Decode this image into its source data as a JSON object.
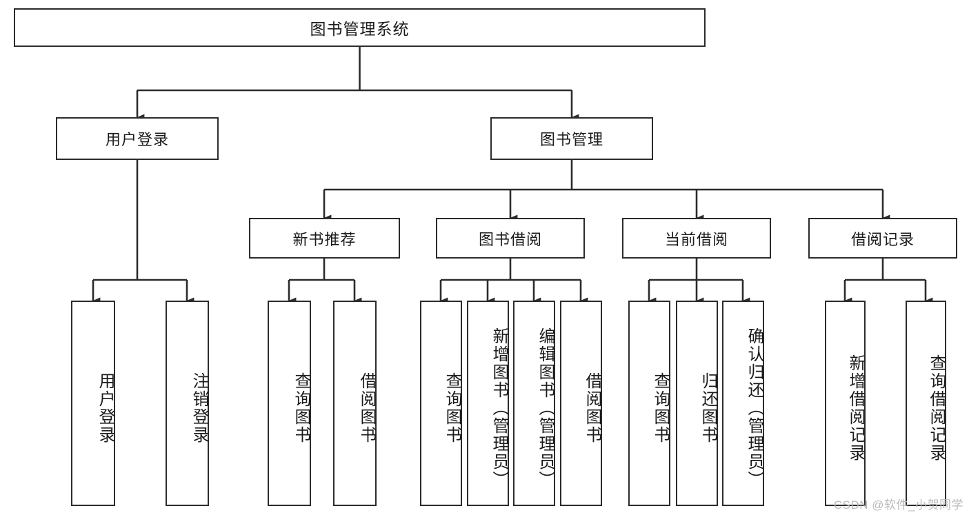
{
  "diagram": {
    "type": "tree-hierarchy-chart",
    "title_text": "图书管理系统",
    "colors": {
      "stroke": "#2b2b2b",
      "fill": "#ffffff",
      "text": "#1b1b1b",
      "watermark": "#b9b9b9"
    },
    "levels": {
      "level1_label": "图书管理系统",
      "level2_labels": [
        "用户登录",
        "图书管理"
      ],
      "level3_labels": [
        "新书推荐",
        "图书借阅",
        "当前借阅",
        "借阅记录"
      ]
    },
    "nodes": {
      "root": {
        "label": "图书管理系统"
      },
      "user_login": {
        "label": "用户登录"
      },
      "book_manage": {
        "label": "图书管理"
      },
      "new_book_rec": {
        "label": "新书推荐"
      },
      "book_borrow": {
        "label": "图书借阅"
      },
      "current_borrow": {
        "label": "当前借阅"
      },
      "borrow_record": {
        "label": "借阅记录"
      },
      "leaf_user_login": {
        "label": "用户登录"
      },
      "leaf_logout": {
        "label": "注销登录"
      },
      "leaf_query_book_a": {
        "label": "查询图书"
      },
      "leaf_borrow_book_a": {
        "label": "借阅图书"
      },
      "leaf_query_book_b": {
        "label": "查询图书"
      },
      "leaf_add_book": {
        "label": "新增图书（管理员）"
      },
      "leaf_edit_book": {
        "label": "编辑图书（管理员）"
      },
      "leaf_borrow_book_b": {
        "label": "借阅图书"
      },
      "leaf_query_book_c": {
        "label": "查询图书"
      },
      "leaf_return_book": {
        "label": "归还图书"
      },
      "leaf_confirm_return": {
        "label": "确认归还（管理员）"
      },
      "leaf_add_record": {
        "label": "新增借阅记录"
      },
      "leaf_query_record": {
        "label": "查询借阅记录"
      }
    },
    "edges": [
      {
        "from": "root",
        "to": "user_login"
      },
      {
        "from": "root",
        "to": "book_manage"
      },
      {
        "from": "user_login",
        "to": "leaf_user_login"
      },
      {
        "from": "user_login",
        "to": "leaf_logout"
      },
      {
        "from": "book_manage",
        "to": "new_book_rec"
      },
      {
        "from": "book_manage",
        "to": "book_borrow"
      },
      {
        "from": "book_manage",
        "to": "current_borrow"
      },
      {
        "from": "book_manage",
        "to": "borrow_record"
      },
      {
        "from": "new_book_rec",
        "to": "leaf_query_book_a"
      },
      {
        "from": "new_book_rec",
        "to": "leaf_borrow_book_a"
      },
      {
        "from": "book_borrow",
        "to": "leaf_query_book_b"
      },
      {
        "from": "book_borrow",
        "to": "leaf_add_book"
      },
      {
        "from": "book_borrow",
        "to": "leaf_edit_book"
      },
      {
        "from": "book_borrow",
        "to": "leaf_borrow_book_b"
      },
      {
        "from": "current_borrow",
        "to": "leaf_query_book_c"
      },
      {
        "from": "current_borrow",
        "to": "leaf_return_book"
      },
      {
        "from": "current_borrow",
        "to": "leaf_confirm_return"
      },
      {
        "from": "borrow_record",
        "to": "leaf_add_record"
      },
      {
        "from": "borrow_record",
        "to": "leaf_query_record"
      }
    ],
    "watermark_text": "CSDN @软件_小贺同学"
  }
}
